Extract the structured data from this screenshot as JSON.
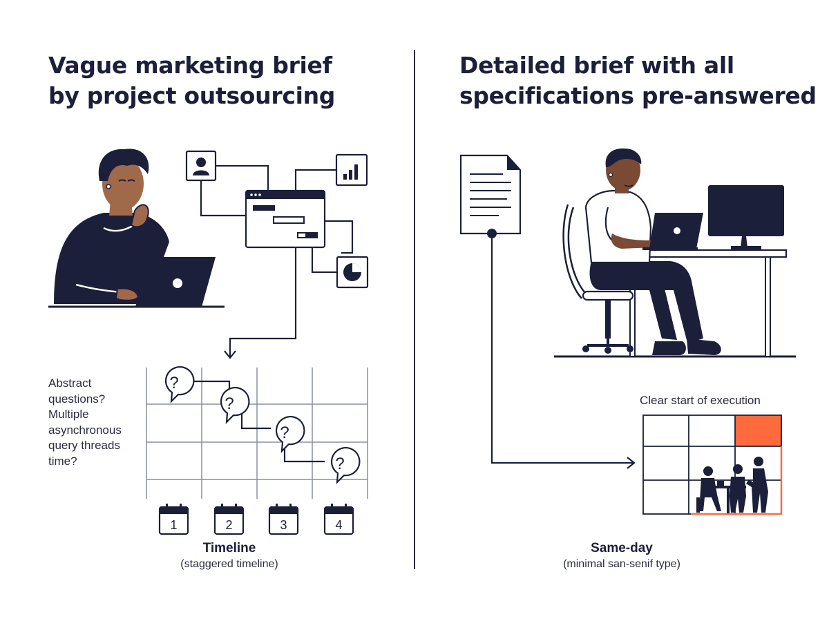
{
  "left": {
    "title_line1": "Vague marketing brief",
    "title_line2": "by project outsourcing",
    "note_lines": [
      "Abstract",
      "questions?",
      "Multiple",
      "asynchronous",
      "query threads",
      "time?"
    ],
    "calendar_days": [
      "1",
      "2",
      "3",
      "4"
    ],
    "question_mark": "?",
    "caption_main": "Timeline",
    "caption_sub": "(staggered timeline)"
  },
  "right": {
    "title_line1": "Detailed brief with all",
    "title_line2": "specifications pre-answered",
    "execution_label": "Clear start of execution",
    "caption_main": "Same-day",
    "caption_sub": "(minimal san-senif type)"
  },
  "colors": {
    "ink": "#1c1f3a",
    "accent": "#ff6a3d",
    "skin": "#a0694a",
    "white": "#ffffff"
  }
}
